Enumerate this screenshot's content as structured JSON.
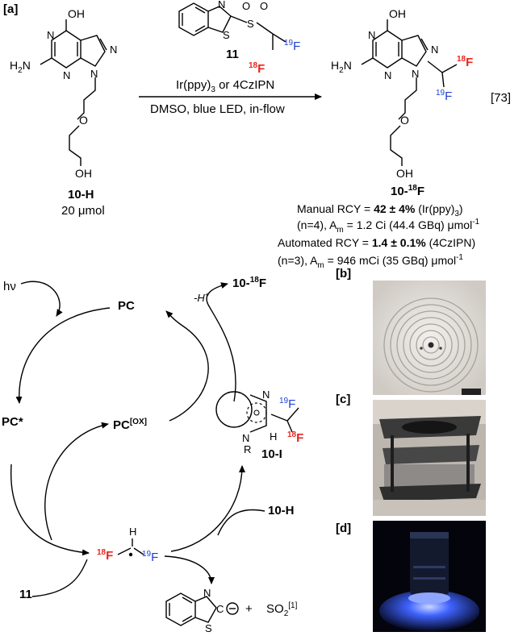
{
  "labels": {
    "panel_a": "[a]",
    "panel_b": "[b]",
    "panel_c": "[c]",
    "panel_d": "[d]"
  },
  "reaction": {
    "reagent_label": "11",
    "conditions_top": "Ir(ppy)",
    "conditions_top_sub": "3",
    "conditions_top_rest": " or 4CzIPN",
    "conditions_bottom": "DMSO, blue LED, in-flow",
    "ref": "[73]",
    "sm_label": "10-H",
    "sm_amount": "20 μmol",
    "product_label": "10-",
    "product_label_sup": "18",
    "product_label_end": "F"
  },
  "atoms": {
    "oh": "OH",
    "h2n": "H",
    "h2n_sub": "2",
    "h2n_n": "N",
    "n": "N",
    "o": "O",
    "s": "S",
    "h": "H",
    "r": "R",
    "f": "F",
    "sup18": "18",
    "sup19": "19"
  },
  "results": {
    "line1_pre": "Manual RCY = ",
    "line1_bold": "42 ± 4%",
    "line1_post": " (Ir(ppy)",
    "line1_sub": "3",
    "line1_end": ")",
    "line2_pre": "(n=4), A",
    "line2_sub": "m",
    "line2_post": " = 1.2 Ci (44.4 GBq) μmol",
    "line2_sup": "-1",
    "line3_pre": "Automated RCY = ",
    "line3_bold": "1.4 ± 0.1%",
    "line3_post": " (4CzIPN)",
    "line4_pre": "(n=3), A",
    "line4_sub": "m",
    "line4_post": " = 946 mCi (35 GBq) μmol",
    "line4_sup": "-1"
  },
  "cycle": {
    "hv": "hν",
    "pc": "PC",
    "pc_star": "PC*",
    "pc_ox": "PC",
    "pc_ox_sup": "[OX]",
    "minus_h": "-H",
    "minus_h_sup": "+",
    "product": "10-",
    "product_sup": "18",
    "product_end": "F",
    "intermediate": "10-I",
    "sm": "10-H",
    "reagent": "11",
    "so2": "SO",
    "so2_sub": "2",
    "so2_sup": "[1]",
    "plus": "+"
  },
  "colors": {
    "fluorine18": "#e8261c",
    "fluorine19": "#1d3fd6",
    "led_blue": "#1b3cff"
  }
}
